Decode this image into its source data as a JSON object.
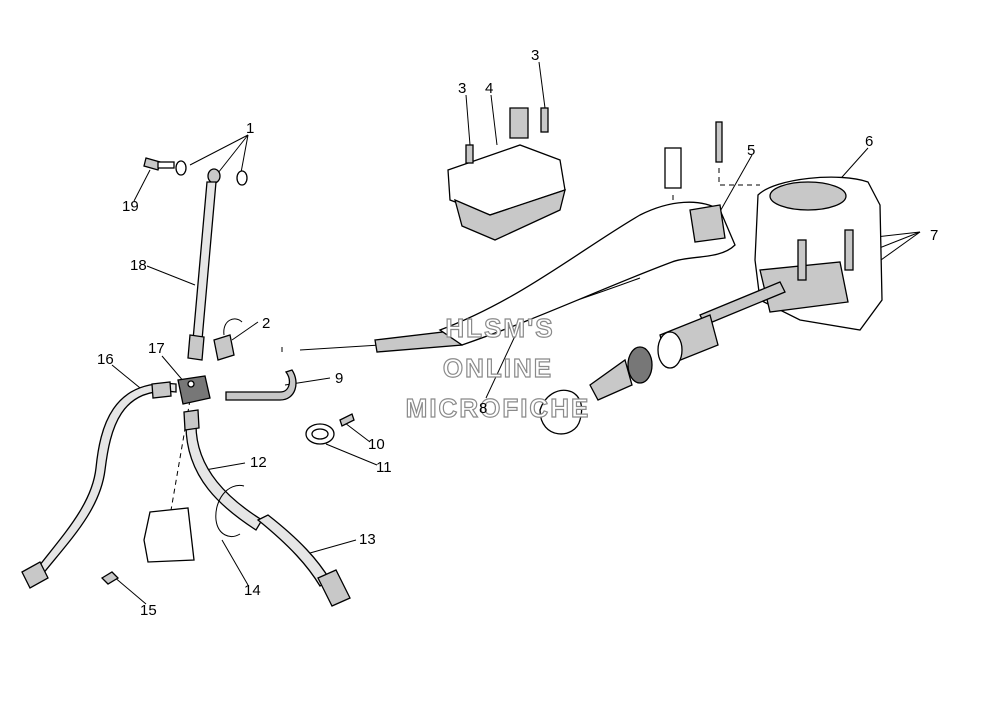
{
  "diagram": {
    "callouts": [
      {
        "id": "c1",
        "text": "1"
      },
      {
        "id": "c2",
        "text": "2"
      },
      {
        "id": "c3a",
        "text": "3"
      },
      {
        "id": "c3b",
        "text": "3"
      },
      {
        "id": "c4",
        "text": "4"
      },
      {
        "id": "c5",
        "text": "5"
      },
      {
        "id": "c6",
        "text": "6"
      },
      {
        "id": "c7",
        "text": "7"
      },
      {
        "id": "c8",
        "text": "8"
      },
      {
        "id": "c9",
        "text": "9"
      },
      {
        "id": "c10",
        "text": "10"
      },
      {
        "id": "c11",
        "text": "11"
      },
      {
        "id": "c12",
        "text": "12"
      },
      {
        "id": "c13",
        "text": "13"
      },
      {
        "id": "c14",
        "text": "14"
      },
      {
        "id": "c15",
        "text": "15"
      },
      {
        "id": "c16",
        "text": "16"
      },
      {
        "id": "c17",
        "text": "17"
      },
      {
        "id": "c18",
        "text": "18"
      },
      {
        "id": "c19",
        "text": "19"
      }
    ],
    "watermark": [
      "HLSM'S",
      "ONLINE",
      "MICROFICHE"
    ]
  }
}
